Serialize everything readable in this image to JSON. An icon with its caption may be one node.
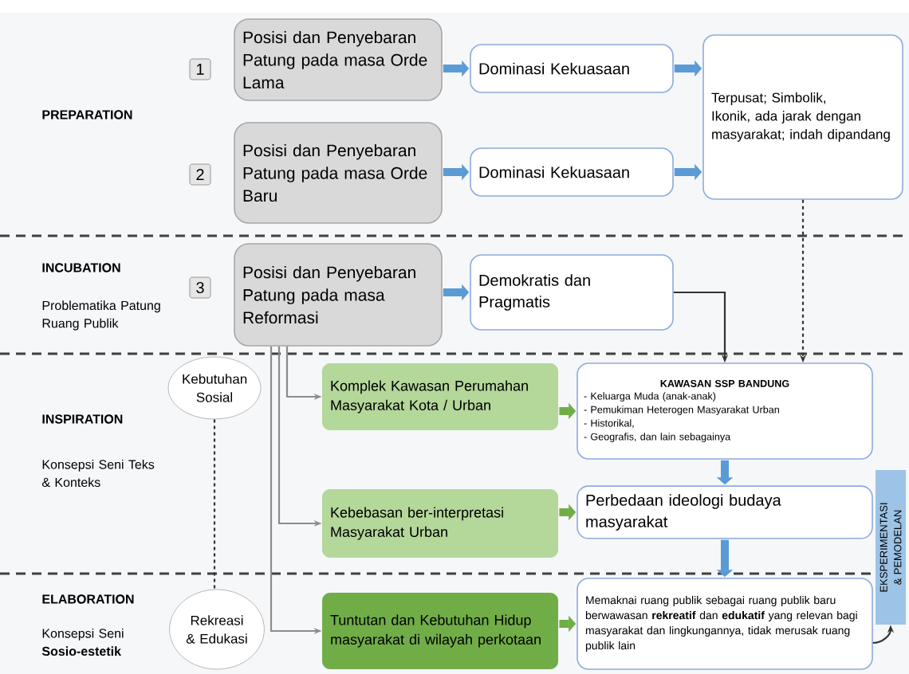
{
  "diagram": {
    "nodes": [
      {
        "text": [
          "1"
        ]
      },
      {
        "text": [
          "Posisi dan Penyebaran Patung pada masa Orde Lama"
        ]
      },
      {
        "text": [
          "2"
        ]
      },
      {
        "text": [
          "Posisi dan Penyebaran Patung pada masa Orde Baru"
        ]
      },
      {
        "text": [
          "Dominasi Kekuasaan"
        ]
      },
      {
        "text": [
          "Dominasi Kekuasaan"
        ]
      },
      {
        "text": [
          "Terpusat; Simbolik, Ikonik, ada jarak dengan masyarakat; indah dipandang"
        ]
      },
      {
        "text": [
          "3"
        ]
      },
      {
        "text": [
          "Posisi dan Penyebaran Patung pada masa Reformasi"
        ]
      },
      {
        "text": [
          "Demokratis dan Pragmatis"
        ]
      },
      {
        "text": [
          "Kebutuhan Sosial"
        ]
      },
      {
        "text": [
          "Rekreasi & Edukasi"
        ]
      },
      {
        "text": [
          "Komplek Kawasan Perumahan Masyarakat Kota / Urban"
        ]
      },
      {
        "text": [
          "Kebebasan ber-interpretasi Masyarakat Urban"
        ]
      },
      {
        "text": [
          "Tuntutan dan Kebutuhan Hidup masyarakat di wilayah perkotaan"
        ]
      },
      {
        "text": [
          "KAWASAN SSP BANDUNG",
          "- Keluarga Muda (anak-anak)",
          "- Pemukiman Heterogen Masyarakat Urban",
          "- Historikal,",
          "- Geografis, dan lain sebagainya"
        ]
      },
      {
        "text": [
          "Perbedaan ideologi budaya masyarakat"
        ]
      },
      {
        "text": [
          "Memaknai ruang publik sebagai ruang publik baru berwawasan **rekreatif** dan **edukatif** yang relevan bagi masyarakat dan lingkungannya, tidak merusak ruang publik lain"
        ]
      },
      {
        "text": [
          "EKSPERIMENTASI & PEMODELAN"
        ]
      }
    ],
    "edges": [
      {
        "from": 1,
        "to": 4,
        "arrow": "to",
        "color": "#5b9bd5"
      },
      {
        "from": 3,
        "to": 5,
        "arrow": "to",
        "color": "#5b9bd5"
      },
      {
        "from": 4,
        "to": 6,
        "arrow": "to",
        "color": "#5b9bd5"
      },
      {
        "from": 5,
        "to": 6,
        "arrow": "to",
        "color": "#5b9bd5"
      },
      {
        "from": 8,
        "to": 9,
        "arrow": "to",
        "color": "#5b9bd5"
      },
      {
        "from": 9,
        "to": 15,
        "arrow": "to",
        "color": "#333333"
      },
      {
        "from": 6,
        "to": 15,
        "arrow": "to",
        "style": "dashed",
        "color": "#333333"
      },
      {
        "from": 8,
        "to": 12,
        "arrow": "to",
        "color": "#8c8c8c"
      },
      {
        "from": 8,
        "to": 13,
        "arrow": "to",
        "color": "#8c8c8c"
      },
      {
        "from": 8,
        "to": 14,
        "arrow": "to",
        "color": "#8c8c8c"
      },
      {
        "from": 10,
        "to": 11,
        "arrow": "none",
        "style": "dashed",
        "color": "#333333"
      },
      {
        "from": 12,
        "to": 15,
        "arrow": "to",
        "color": "#70ad47"
      },
      {
        "from": 13,
        "to": 16,
        "arrow": "to",
        "color": "#70ad47"
      },
      {
        "from": 14,
        "to": 17,
        "arrow": "to",
        "color": "#70ad47"
      },
      {
        "from": 15,
        "to": 16,
        "arrow": "to",
        "color": "#5b9bd5"
      },
      {
        "from": 16,
        "to": 17,
        "arrow": "to",
        "color": "#5b9bd5"
      },
      {
        "from": 17,
        "to": 18,
        "arrow": "to",
        "color": "#333333"
      }
    ],
    "labels": [
      "PREPARATION",
      "INCUBATION",
      "Problematika Patung Ruang Publik",
      "INSPIRATION",
      "Konsepsi Seni Teks & Konteks",
      "ELABORATION",
      "Konsepsi Seni **Sosio-estetik**"
    ]
  }
}
